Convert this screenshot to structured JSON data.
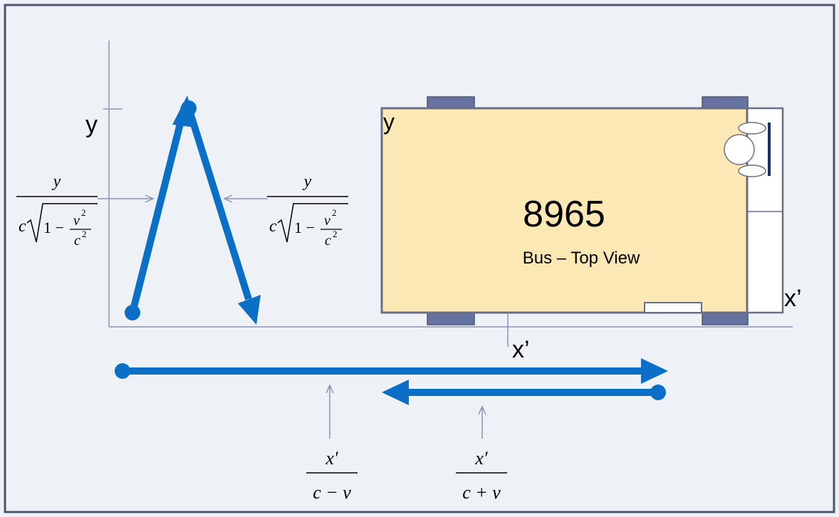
{
  "axes": {
    "y_label": "y",
    "x_label": "x’"
  },
  "bus": {
    "number": "8965",
    "caption": "Bus – Top View",
    "y_label": "y",
    "x_label": "x’"
  },
  "formulas": {
    "left_numerator": "y",
    "right_numerator": "y",
    "root_c": "c",
    "root_one_minus": "1 −",
    "v_squared": "v",
    "c_squared": "c",
    "exponent": "2",
    "forward_numerator": "x′",
    "forward_denominator": "c − v",
    "return_numerator": "x′",
    "return_denominator": "c + v"
  },
  "colors": {
    "background": "#eef2f7",
    "frame": "#4b5674",
    "arrow_blue": "#0b6fc7",
    "bus_fill": "#fbe8b4",
    "bus_outline": "#6a6f85",
    "wheel": "#6672a0",
    "thin_arrow": "#8a92b3"
  }
}
